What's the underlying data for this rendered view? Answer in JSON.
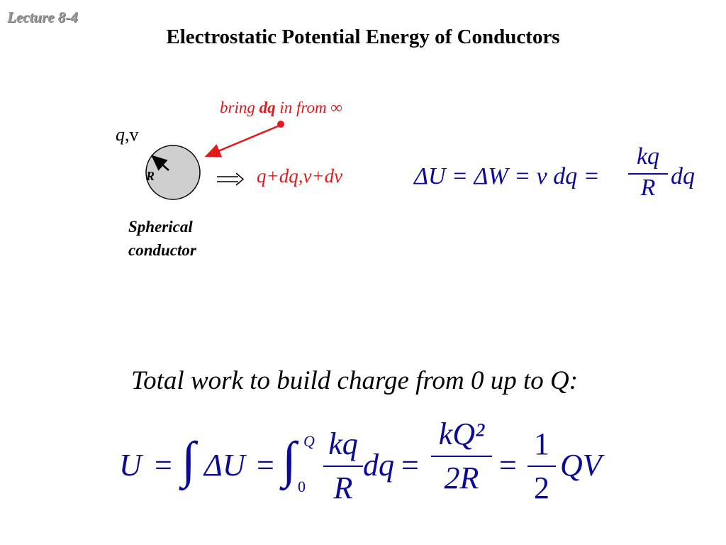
{
  "header": {
    "lecture_label": "Lecture 8-4",
    "title": "Electrostatic Potential Energy of Conductors"
  },
  "diagram": {
    "bring_prefix": "bring ",
    "bring_bold": "dq",
    "bring_suffix": " in from ∞",
    "charge_label_italic": "q",
    "charge_label_rest": ",v",
    "radius_label": "R",
    "result_label": "q+dq,v+dv",
    "caption_line1": "Spherical",
    "caption_line2": "conductor",
    "colors": {
      "accent_red": "#e0191c",
      "sphere_fill": "#cfcfcf",
      "equation_blue": "#0a0a96"
    }
  },
  "equation1": {
    "lhs": "ΔU = ΔW = v dq =",
    "frac_num": "kq",
    "frac_den": "R",
    "tail": "dq"
  },
  "statement": "Total work to build charge from 0 up to Q:",
  "equation2": {
    "u": "U",
    "eq": "=",
    "int": "∫",
    "delta_u": "ΔU",
    "upper": "Q",
    "lower": "0",
    "f1_num": "kq",
    "f1_den": "R",
    "dq": "dq",
    "f2_num": "kQ²",
    "f2_den": "2R",
    "f3_num": "1",
    "f3_den": "2",
    "qv": "QV"
  }
}
